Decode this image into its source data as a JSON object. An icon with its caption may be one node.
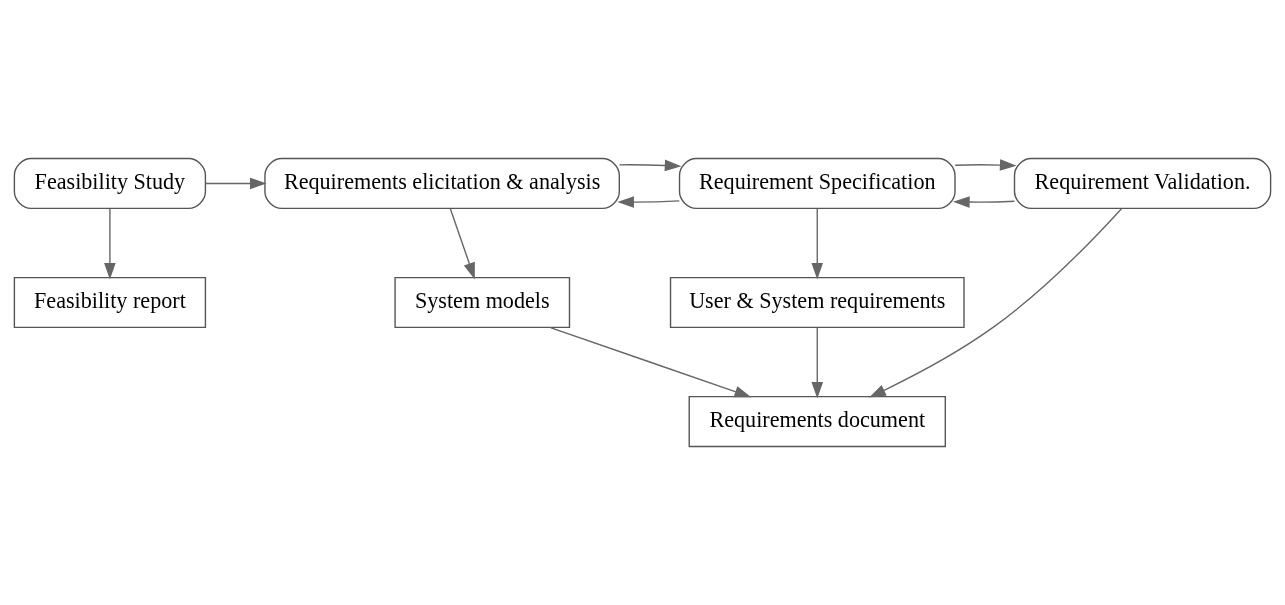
{
  "diagram": {
    "nodes": [
      {
        "text": [
          "Feasibility Study"
        ]
      },
      {
        "text": [
          "Requirements elicitation & analysis"
        ]
      },
      {
        "text": [
          "Requirement Specification"
        ]
      },
      {
        "text": [
          "Requirement Validation."
        ]
      },
      {
        "text": [
          "Feasibility report"
        ]
      },
      {
        "text": [
          "System models"
        ]
      },
      {
        "text": [
          "User & System requirements"
        ]
      },
      {
        "text": [
          "Requirements document"
        ]
      }
    ],
    "edges": [
      {
        "from": 0,
        "to": 1,
        "arrow": "to"
      },
      {
        "from": 0,
        "to": 4,
        "arrow": "to"
      },
      {
        "from": 1,
        "to": 5,
        "arrow": "to"
      },
      {
        "from": 2,
        "to": 1,
        "arrow": "to"
      },
      {
        "from": 1,
        "to": 2,
        "arrow": "to"
      },
      {
        "from": 3,
        "to": 2,
        "arrow": "to"
      },
      {
        "from": 2,
        "to": 3,
        "arrow": "to"
      },
      {
        "from": 2,
        "to": 6,
        "arrow": "to"
      },
      {
        "from": 3,
        "to": 7,
        "arrow": "to"
      },
      {
        "from": 5,
        "to": 7,
        "arrow": "to"
      },
      {
        "from": 6,
        "to": 7,
        "arrow": "to"
      }
    ]
  }
}
